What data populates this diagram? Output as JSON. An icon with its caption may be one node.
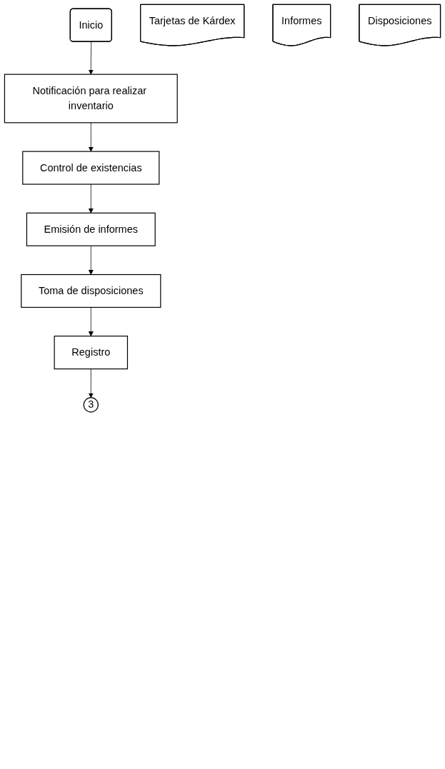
{
  "diagram": {
    "nodes": [
      {
        "text": [
          "Inicio"
        ]
      },
      {
        "text": [
          "Notificación para realizar inventario"
        ]
      },
      {
        "text": [
          "Control de existencias"
        ]
      },
      {
        "text": [
          "Tarjetas de Kárdex"
        ]
      },
      {
        "text": [
          "Emisión de informes"
        ]
      },
      {
        "text": [
          "Informes"
        ]
      },
      {
        "text": [
          "Toma de disposiciones"
        ]
      },
      {
        "text": [
          "Registro"
        ]
      },
      {
        "text": [
          "Disposiciones"
        ]
      },
      {
        "text": [
          "3"
        ]
      }
    ],
    "edges": [
      {
        "from": 0,
        "to": 1,
        "arrow": "to"
      },
      {
        "from": 1,
        "to": 2,
        "arrow": "to"
      },
      {
        "from": 2,
        "to": 4,
        "arrow": "to"
      },
      {
        "from": 4,
        "to": 6,
        "arrow": "to"
      },
      {
        "from": 6,
        "to": 7,
        "arrow": "to"
      },
      {
        "from": 7,
        "to": 9,
        "arrow": "to"
      }
    ]
  }
}
